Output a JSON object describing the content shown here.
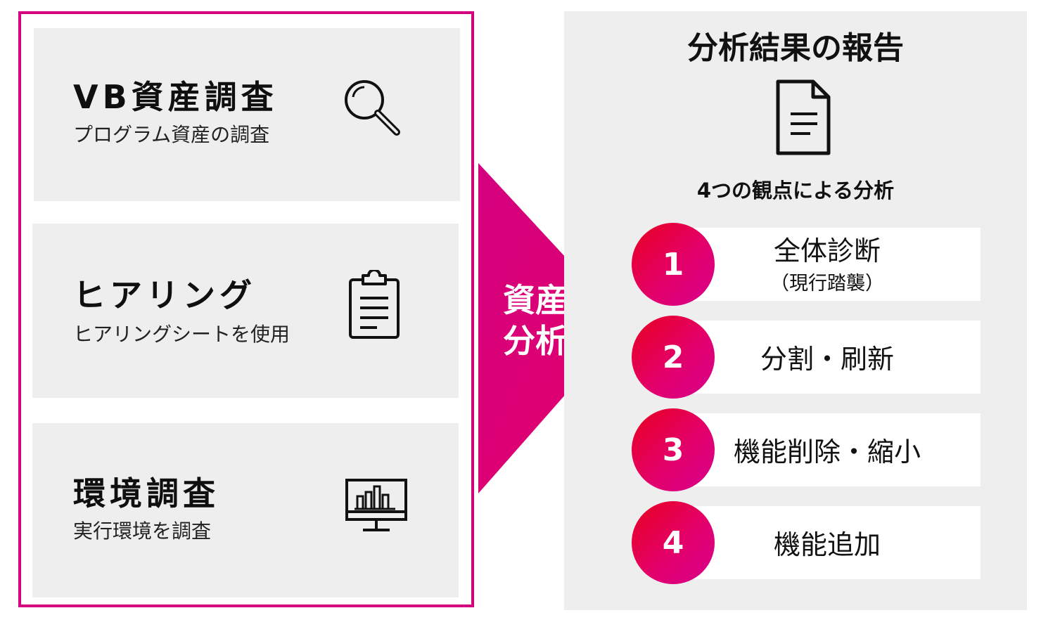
{
  "left_panel": {
    "cards": [
      {
        "title": "VB資産調査",
        "subtitle": "プログラム資産の調査",
        "icon": "magnifier-icon"
      },
      {
        "title": "ヒアリング",
        "subtitle": "ヒアリングシートを使用",
        "icon": "clipboard-icon"
      },
      {
        "title": "環境調査",
        "subtitle": "実行環境を調査",
        "icon": "monitor-chart-icon"
      }
    ]
  },
  "arrow": {
    "line1": "資産",
    "line2": "分析"
  },
  "right_panel": {
    "title": "分析結果の報告",
    "doc_icon": "document-icon",
    "subtitle": "4つの観点による分析",
    "items": [
      {
        "number": "1",
        "label": "全体診断",
        "note": "（現行踏襲）"
      },
      {
        "number": "2",
        "label": "分割・刷新"
      },
      {
        "number": "3",
        "label": "機能削除・縮小"
      },
      {
        "number": "4",
        "label": "機能追加"
      }
    ]
  },
  "colors": {
    "accent": "#d4007f",
    "gradient_start": "#e8001e",
    "gradient_end": "#d6008c",
    "panel_bg": "#eeeeee"
  }
}
